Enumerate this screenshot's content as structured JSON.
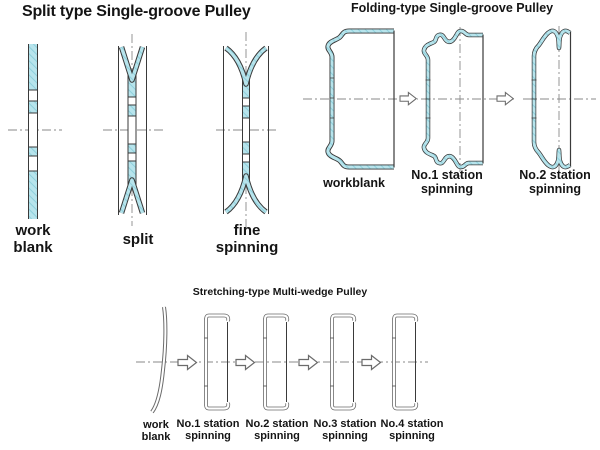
{
  "colors": {
    "background": "#ffffff",
    "sheet_fill": "#b7e4ec",
    "hatch_line": "#8fd0dc",
    "outline": "#3a3a3a",
    "gray_outline": "#6b6b6b",
    "centerline": "#8a8a8a",
    "text": "#141414"
  },
  "sections": {
    "split_type": {
      "title": "Split type Single-groove Pulley",
      "stages": [
        {
          "label": "work blank"
        },
        {
          "label": "split"
        },
        {
          "label": "fine spinning"
        }
      ]
    },
    "folding_type": {
      "title": "Folding-type Single-groove Pulley",
      "stages": [
        {
          "label": "workblank"
        },
        {
          "label": "No.1 station spinning"
        },
        {
          "label": "No.2 station spinning"
        }
      ]
    },
    "stretching_type": {
      "title": "Stretching-type Multi-wedge Pulley",
      "stages": [
        {
          "label": "work blank"
        },
        {
          "label": "No.1 station spinning"
        },
        {
          "label": "No.2 station spinning"
        },
        {
          "label": "No.3 station spinning"
        },
        {
          "label": "No.4 station spinning"
        }
      ]
    }
  }
}
